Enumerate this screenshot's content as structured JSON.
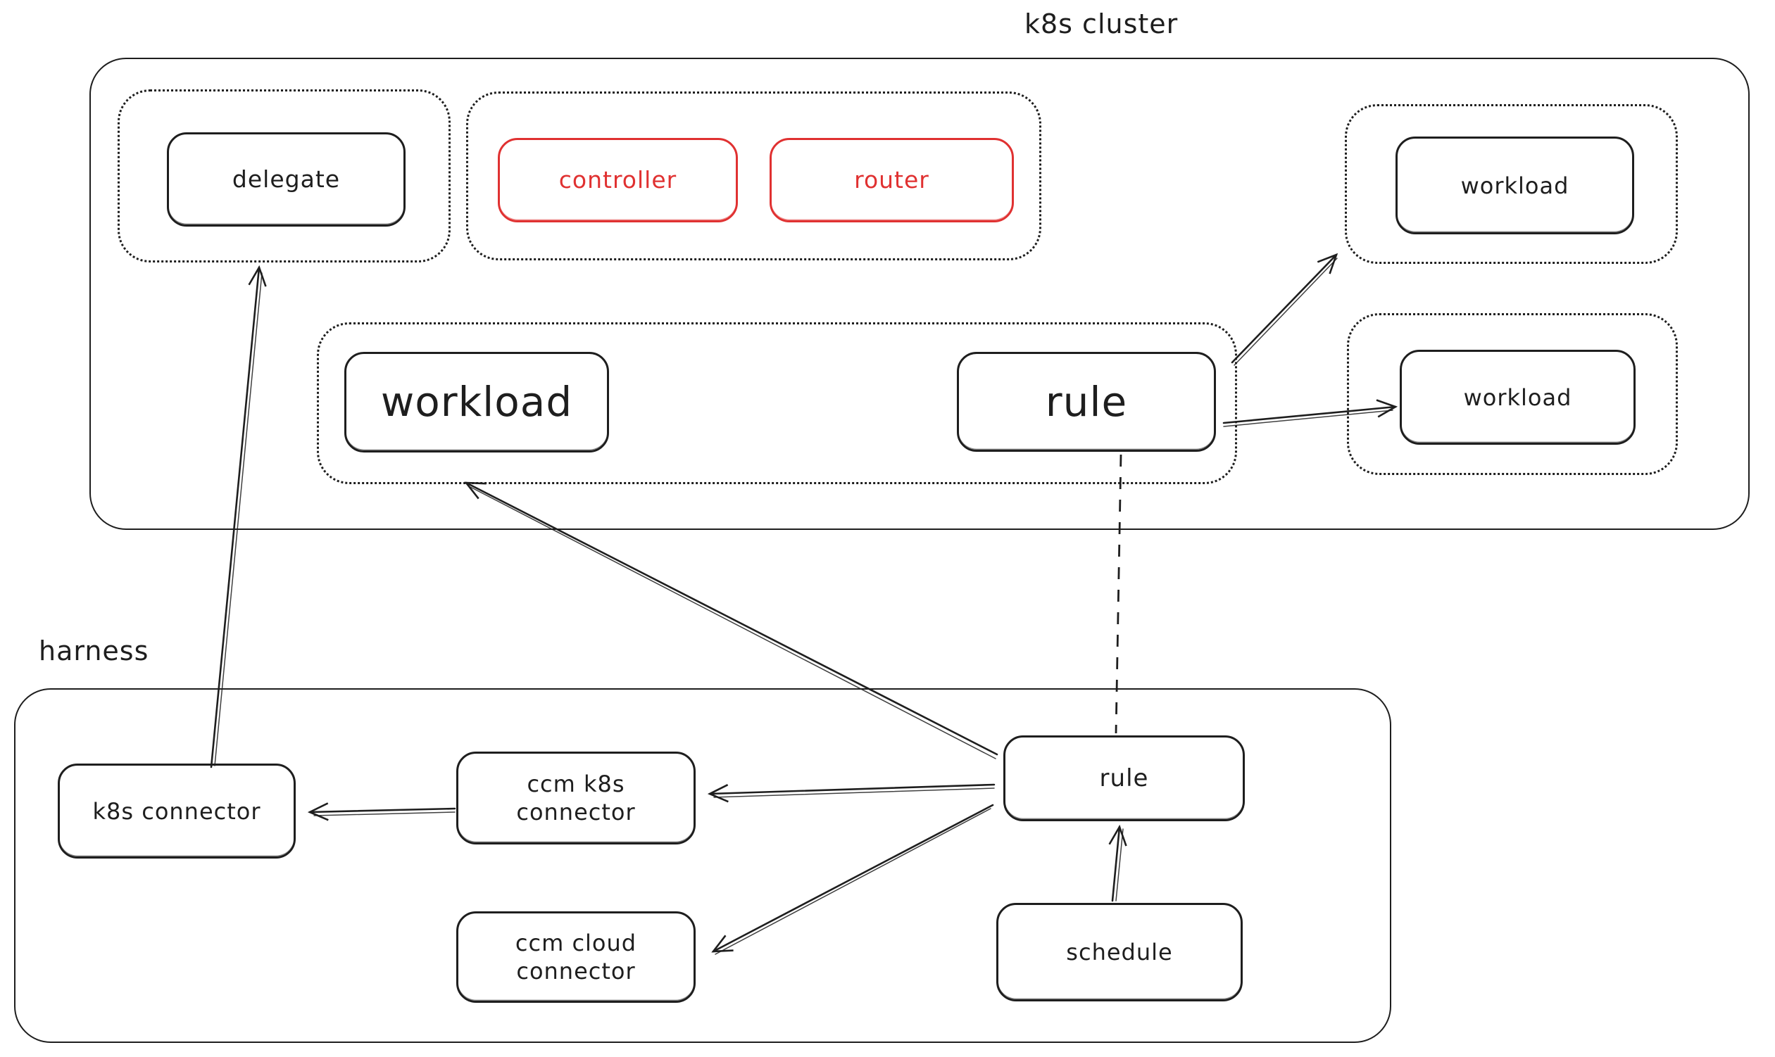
{
  "diagram": {
    "background": "#ffffff",
    "ink_color": "#1e1e1e",
    "accent_red": "#e03131"
  },
  "clusters": {
    "k8s_cluster": {
      "title": "k8s cluster"
    },
    "harness": {
      "title": "harness"
    }
  },
  "nodes": {
    "delegate": {
      "label": "delegate"
    },
    "controller": {
      "label": "controller"
    },
    "router": {
      "label": "router"
    },
    "workload_top_right": {
      "label": "workload"
    },
    "workload_main": {
      "label": "workload"
    },
    "rule_cluster": {
      "label": "rule"
    },
    "workload_mid_right": {
      "label": "workload"
    },
    "k8s_connector": {
      "label": "k8s connector"
    },
    "ccm_k8s_connector": {
      "label": "ccm k8s\nconnector"
    },
    "ccm_cloud_connector": {
      "label": "ccm cloud\nconnector"
    },
    "rule_harness": {
      "label": "rule"
    },
    "schedule": {
      "label": "schedule"
    }
  },
  "edges": {
    "k8s_connector_to_delegate": "k8s connector -> delegate group",
    "rule_harness_to_workload_main": "rule -> workload",
    "rule_harness_to_ccm_k8s_connector": "rule -> ccm k8s connector",
    "ccm_k8s_connector_to_k8s_connector": "ccm k8s connector -> k8s connector",
    "rule_harness_to_ccm_cloud_connector": "rule -> ccm cloud connector",
    "schedule_to_rule_harness": "schedule -> rule",
    "rule_cluster_to_workload_top_right": "rule -> workload (top right)",
    "rule_cluster_to_workload_mid_right": "rule -> workload (mid right)",
    "rule_cluster_to_rule_harness_dashed": "rule -- rule (dashed)"
  }
}
